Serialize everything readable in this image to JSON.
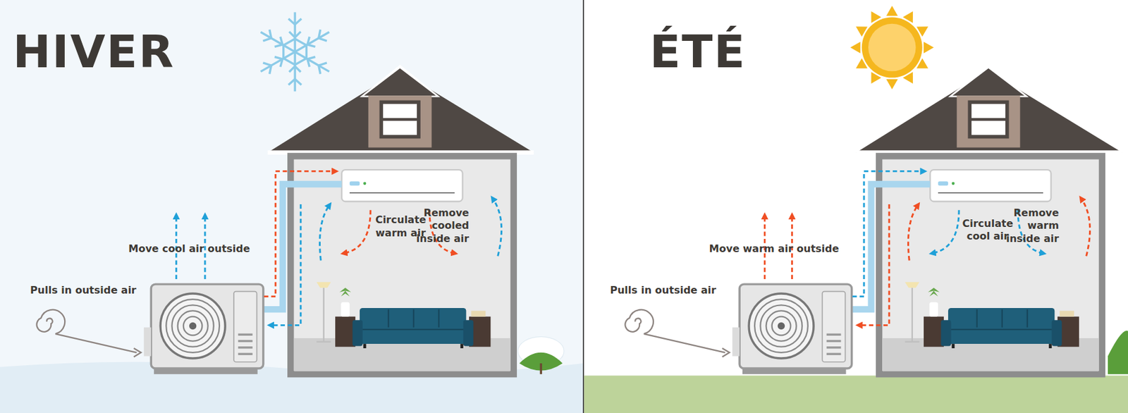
{
  "diagram": {
    "labels": [
      "HIVER",
      "Move cool air outside",
      "Pulls in outside air",
      "Circulate warm air",
      "Remove cooled inside air",
      "ÉTÉ",
      "Move warm air outside",
      "Pulls in outside air",
      "Circulate cool air",
      "Remove warm inside air"
    ]
  }
}
